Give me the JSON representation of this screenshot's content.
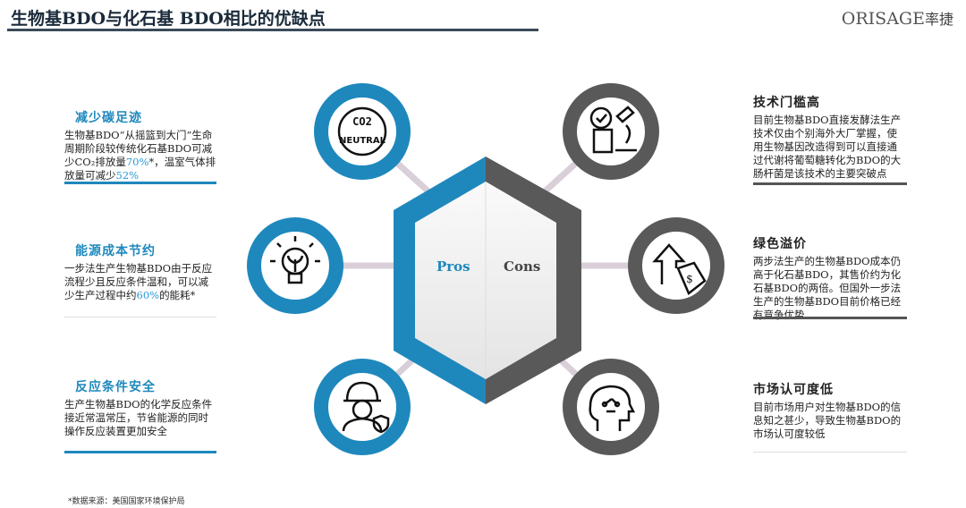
{
  "header": {
    "title": "生物基BDO与化石基 BDO相比的优缺点",
    "logo_text": "ORISAGE",
    "logo_cn": "率捷"
  },
  "center": {
    "pros": "Pros",
    "cons": "Cons"
  },
  "pros": [
    {
      "title": "减少碳足迹",
      "text_a": "生物基BDO“从摇篮到大门”生命周期阶段较传统化石基BDO可减少CO₂排放量",
      "hl1": "70%",
      "text_b": "*，温室气体排放量可减少",
      "hl2": "52%",
      "text_c": "",
      "icon": "co2-neutral-icon"
    },
    {
      "title": "能源成本节约",
      "text_a": "一步法生产生物基BDO由于反应流程少且反应条件温和，可以减少生产过程中约",
      "hl1": "60%",
      "text_b": "的能耗*",
      "hl2": "",
      "text_c": "",
      "icon": "lightbulb-plant-icon"
    },
    {
      "title": "反应条件安全",
      "text_a": "生产生物基BDO的化学反应条件接近常温常压，节省能源的同时操作反应装置更加安全",
      "hl1": "",
      "text_b": "",
      "hl2": "",
      "text_c": "",
      "icon": "worker-safety-icon"
    }
  ],
  "cons": [
    {
      "title": "技术门槛高",
      "text": "目前生物基BDO直接发酵法生产技术仅由个别海外大厂掌握，使用生物基因改造得到可以直接通过代谢将葡萄糖转化为BDO的大肠杆菌是该技术的主要突破点",
      "icon": "lab-microscope-icon"
    },
    {
      "title": "绿色溢价",
      "text": "两步法生产的生物基BDO成本仍高于化石基BDO，其售价约为化石基BDO的两倍。但国外一步法生产的生物基BDO目前价格已经有竞争优势",
      "icon": "price-tag-up-icon"
    },
    {
      "title": "市场认可度低",
      "text": "目前市场用户对生物基BDO的信息知之甚少，导致生物基BDO的市场认可度较低",
      "icon": "head-brain-icon"
    }
  ],
  "footnote": "*数据来源：美国国家环境保护局",
  "colors": {
    "pros": "#1e88bd",
    "cons": "#595959",
    "connector": "#d9cfd9"
  }
}
